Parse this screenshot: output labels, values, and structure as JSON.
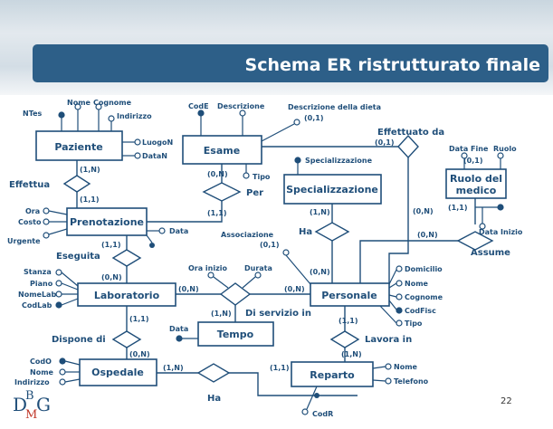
{
  "slide": {
    "title": "Schema ER ristrutturato finale",
    "page_number": "22",
    "logo": {
      "d": "D",
      "b": "B",
      "m": "M",
      "g": "G"
    },
    "colors": {
      "accent": "#1f4e79",
      "title_bar": "#2d5f88",
      "title_text": "#ffffff",
      "logo_red": "#c0392b"
    }
  },
  "entities": {
    "paziente": "Paziente",
    "esame": "Esame",
    "specializzazione": "Specializzazione",
    "ruolo_line1": "Ruolo del",
    "ruolo_line2": "medico",
    "prenotazione": "Prenotazione",
    "laboratorio": "Laboratorio",
    "personale": "Personale",
    "tempo": "Tempo",
    "ospedale": "Ospedale",
    "reparto": "Reparto"
  },
  "relationships": {
    "effettua": "Effettua",
    "per": "Per",
    "effettuato_da": "Effettuato da",
    "ha_spec": "Ha",
    "assume": "Assume",
    "eseguita": "Eseguita",
    "di_servizio_in": "Di servizio in",
    "lavora_in": "Lavora in",
    "dispone_di": "Dispone di",
    "ha_reparto": "Ha"
  },
  "attributes": {
    "ntes": "NTes",
    "nome": "Nome",
    "cognome": "Cognome",
    "indirizzo": "Indirizzo",
    "luogon": "LuogoN",
    "datan": "DataN",
    "code": "CodE",
    "descrizione": "Descrizione",
    "descrizione_dieta": "Descrizione della dieta",
    "tipo_esame": "Tipo",
    "specializzazione": "Specializzazione",
    "data_fine": "Data Fine",
    "ruolo": "Ruolo",
    "data_inizio": "Data Inizio",
    "ora": "Ora",
    "costo": "Costo",
    "urgente": "Urgente",
    "data_pren": "Data",
    "associazione": "Associazione",
    "ora_inizio": "Ora inizio",
    "durata": "Durata",
    "stanza": "Stanza",
    "piano": "Piano",
    "nomelab": "NomeLab",
    "codlab": "CodLab",
    "domicilio": "Domicilio",
    "nome_pers": "Nome",
    "cognome_pers": "Cognome",
    "codfisc": "CodFisc",
    "tipo_pers": "Tipo",
    "data_tempo": "Data",
    "codo": "CodO",
    "nome_osp": "Nome",
    "indirizzo_osp": "Indirizzo",
    "nome_rep": "Nome",
    "telefono": "Telefono",
    "codr": "CodR"
  },
  "cardinalities": {
    "paz_effettua": "(1,N)",
    "pren_effettua": "(1,1)",
    "esame_per": "(0,N)",
    "pren_per": "(1,1)",
    "esame_effdata": "(0,1)",
    "dieta": "(0,1)",
    "pers_effdata": "(0,N)",
    "spec_ha": "(1,N)",
    "pers_ha": "(0,N)",
    "assoc": "(0,1)",
    "ruolo_assume": "(1,1)",
    "datafine": "(0,1)",
    "pers_assume": "(0,N)",
    "pren_eseguita": "(1,1)",
    "lab_eseguita": "(0,N)",
    "lab_servizio": "(0,N)",
    "pers_servizio": "(0,N)",
    "tempo_servizio": "(1,N)",
    "lab_dispone": "(1,1)",
    "osp_dispone": "(0,N)",
    "pers_lavora": "(1,1)",
    "rep_lavora": "(1,N)",
    "osp_ha": "(1,N)",
    "rep_ha": "(1,1)"
  }
}
